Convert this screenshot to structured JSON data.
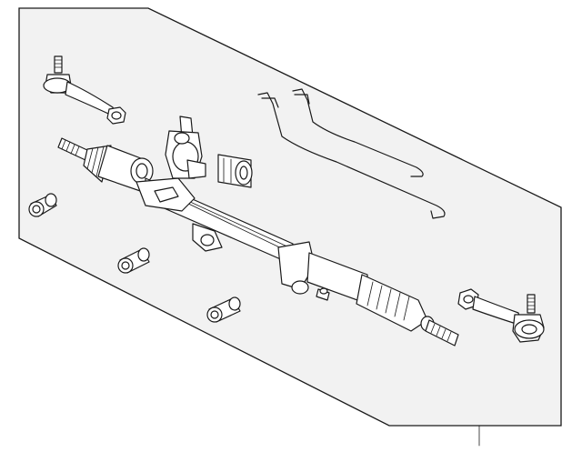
{
  "diagram": {
    "type": "exploded-parts-illustration",
    "colors": {
      "background": "#ffffff",
      "panel": "#f2f2f2",
      "line": "#1a1a1a"
    },
    "parts": [
      "tie-rod-end-left",
      "tie-rod-end-right",
      "steering-rack-assembly",
      "pinion-valve-housing",
      "pressure-line",
      "return-line",
      "mount-bushing",
      "rack-bushings"
    ]
  }
}
